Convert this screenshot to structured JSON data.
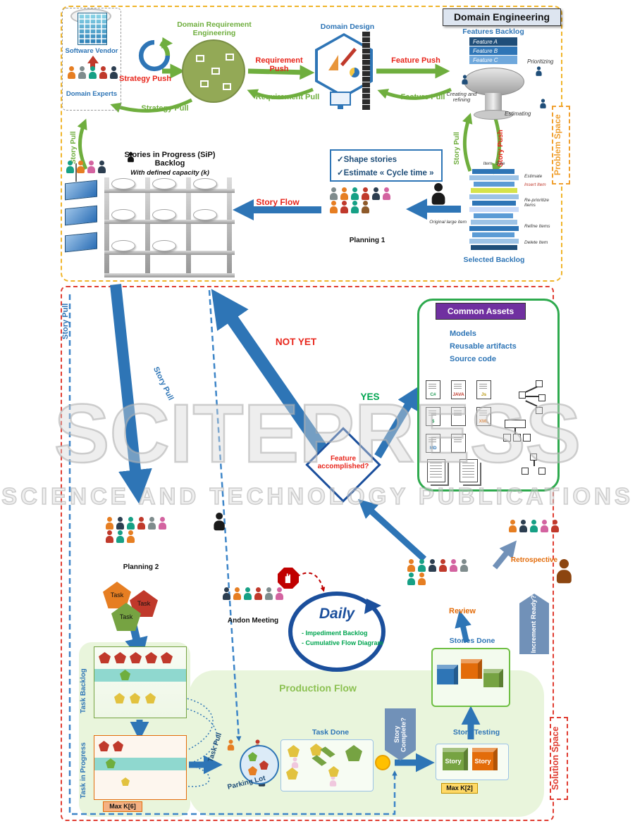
{
  "watermark": {
    "line1": "SCITEPRESS",
    "line2": "SCIENCE AND TECHNOLOGY PUBLICATIONS"
  },
  "domain_engineering": {
    "title": "Domain Engineering"
  },
  "problem_space": {
    "label": "Problem Space",
    "software_vendor": "Software Vendor",
    "domain_experts": "Domain Experts",
    "strategy_push": "Strategy Push",
    "strategy_pull": "Strategy Pull",
    "dre_title": "Domain Requirement Engineering",
    "requirement_push": "Requirement Push",
    "requirement_pull": "Requirement Pull",
    "domain_design": "Domain Design",
    "feature_push": "Feature Push",
    "feature_pull": "Feature Pull",
    "features_backlog": "Features Backlog",
    "features": [
      "Feature A",
      "Feature B",
      "Feature C"
    ],
    "prioritizing": "Prioritizing",
    "estimating": "Estimating",
    "creating_refining": "Creating and refining",
    "story_pull_right": "Story Pull",
    "story_push_right": "Story Push",
    "story_pull_left": "Story Pull",
    "sip_title": "Stories in Progress (SiP) Backlog",
    "sip_capacity": "With defined capacity (k)",
    "checklist": [
      "✓Shape stories",
      "✓Estimate « Cycle time »"
    ],
    "story_flow": "Story Flow",
    "planning1": "Planning 1",
    "selected_backlog": "Selected Backlog",
    "annotations": {
      "item_size": "Item   Size",
      "estimate": "Estimate",
      "insert_item": "Insert Item",
      "reprioritize": "Re-prioritize Items",
      "original_large": "Original large item",
      "refine": "Refine Items",
      "delete_item": "Delete Item"
    }
  },
  "solution_space": {
    "label": "Solution Space",
    "story_pull_vertical": "Story Pull",
    "story_pull_diagonal": "Story Pull",
    "not_yet": "NOT YET",
    "yes": "YES",
    "feature_accomplished": "Feature accomplished?",
    "common_assets": {
      "title": "Common Assets",
      "items": [
        "Models",
        "Reusable artifacts",
        "Source code"
      ],
      "file_types": [
        "C#",
        "JAVA",
        "Js",
        "$",
        "XML",
        "MD"
      ]
    },
    "planning2": "Planning 2",
    "tasks": [
      "Task",
      "Task",
      "Task"
    ],
    "andon_meeting": "Andon Meeting",
    "daily": "Daily",
    "daily_items": [
      "- Impediment Backlog",
      "- Cumulative Flow Diagram"
    ],
    "review": "Review",
    "retrospective": "Retrospective",
    "increment_ready": "Increment Ready?",
    "stories_done": "Stories Done",
    "production_flow": "Production Flow",
    "task_backlog": "Task Backlog",
    "task_in_progress": "Task in Progress",
    "max_k6": "Max K[6]",
    "task_pull": "Task Pull",
    "parking_lot": "Parking Lot",
    "task_done": "Task Done",
    "story_complete": "Story Complete?",
    "story_testing": "Story Testing",
    "story_cubes": [
      "Story",
      "Story"
    ],
    "max_k2": "Max K[2]"
  },
  "colors": {
    "push_red": "#e8261c",
    "pull_green": "#6fae3e",
    "flow_blue": "#2e75b6",
    "navy": "#1b4f9c",
    "orange": "#e36c0a",
    "purple": "#7030a0",
    "problem_border": "#f0b429",
    "solution_border": "#e03c31",
    "assets_green": "#2eaa4e"
  }
}
